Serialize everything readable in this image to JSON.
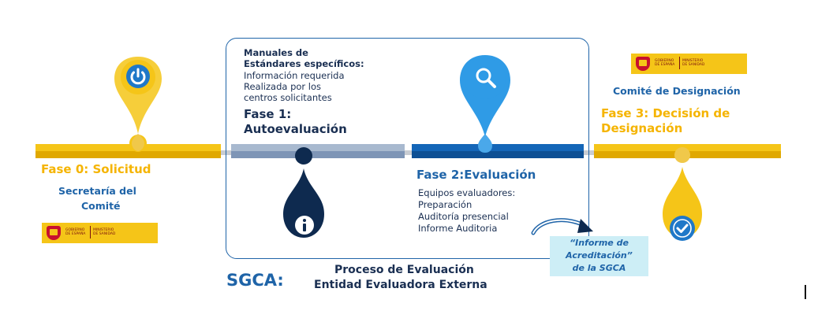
{
  "colors": {
    "yellow": "#f5c518",
    "yellow_dark": "#e0a800",
    "blue": "#0d5ba7",
    "blue_light": "#2f9be6",
    "slate": "#7e95b6",
    "navy": "#0e2a4f",
    "grey_line": "#c8ccd2",
    "teal_box": "#cdeef6",
    "text_blue": "#1f64a8",
    "text_yellow": "#f5b400"
  },
  "fase0": {
    "title": "Fase 0: Solicitud",
    "body_line1": "Secretaría del",
    "body_line2": "Comité",
    "icon": "power-icon"
  },
  "manuales": {
    "line1": "Manuales de",
    "line2": "Estándares específicos:",
    "line3": "Información requerida",
    "line4": "Realizada por los",
    "line5": "centros solicitantes"
  },
  "fase1": {
    "line1": "Fase 1:",
    "line2": "Autoevaluación",
    "icon": "info-icon"
  },
  "fase2": {
    "title": "Fase 2:Evaluación",
    "line1": "Equipos evaluadores:",
    "line2": "Preparación",
    "line3": "Auditoría presencial",
    "line4": "Informe Auditoria",
    "icon": "search-icon"
  },
  "fase3": {
    "committee": "Comité de Designación",
    "title_line1": "Fase 3: Decisión de",
    "title_line2": "Designación",
    "icon": "check-icon"
  },
  "informe": {
    "line1": "“Informe de",
    "line2": "Acreditación”",
    "line3": "de la SGCA"
  },
  "sgca": {
    "label": "SGCA:",
    "line1": "Proceso de Evaluación",
    "line2": "Entidad Evaluadora Externa"
  },
  "gobierno": {
    "line1": "GOBIERNO",
    "line2": "DE ESPAÑA",
    "ministry_line1": "MINISTERIO",
    "ministry_line2": "DE SANIDAD"
  }
}
